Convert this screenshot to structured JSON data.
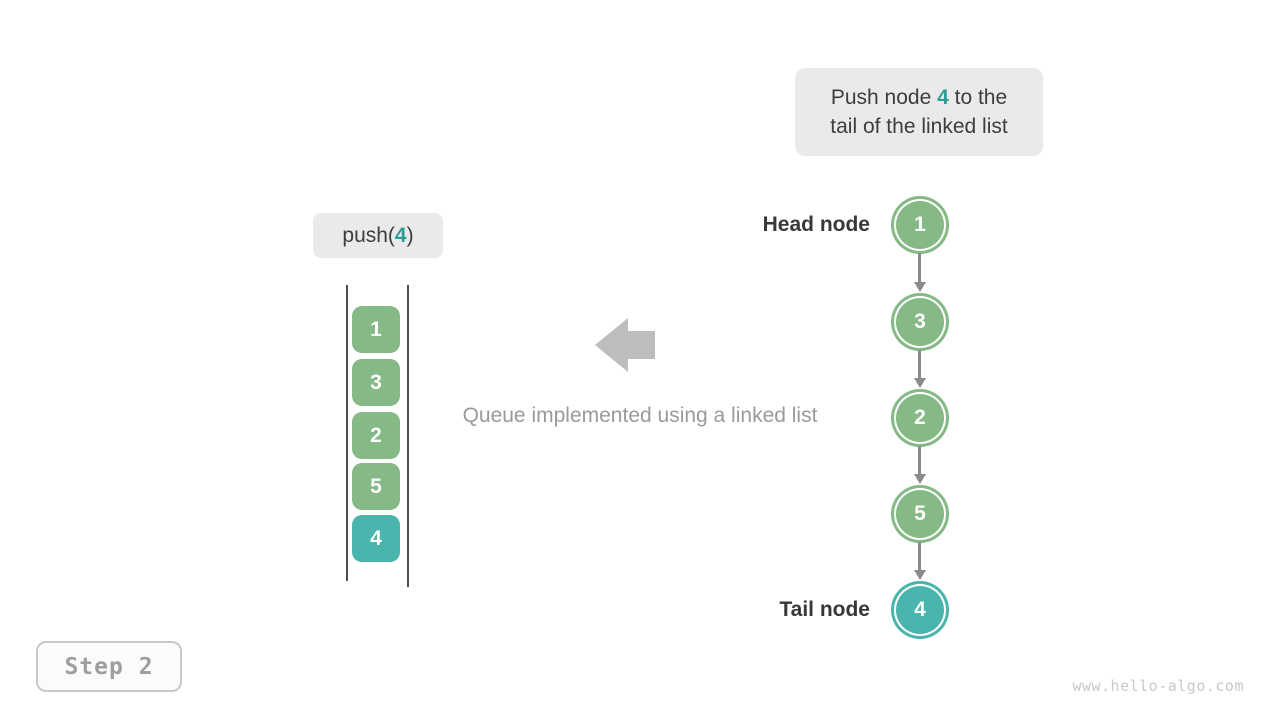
{
  "colors": {
    "green": "#85B985",
    "teal": "#4AB5AC",
    "accent_text": "#2E9C96",
    "bubble_bg": "#EAEAEA",
    "dark_text": "#3D3D3D",
    "muted_text": "#9A9A9A",
    "block_arrow": "#BDBDBD",
    "link_arrow": "#8A8A8A",
    "watermark": "#C9C9C9"
  },
  "callout": {
    "line1_pre": "Push node ",
    "value": "4",
    "line1_post": " to the",
    "line2": "tail of the linked list"
  },
  "push_label": {
    "pre": "push(",
    "value": "4",
    "post": ")"
  },
  "queue": {
    "items": [
      {
        "value": "1",
        "color": "green"
      },
      {
        "value": "3",
        "color": "green"
      },
      {
        "value": "2",
        "color": "green"
      },
      {
        "value": "5",
        "color": "green"
      },
      {
        "value": "4",
        "color": "teal"
      }
    ]
  },
  "caption": "Queue implemented using a linked list",
  "linked_list": {
    "head_label": "Head node",
    "tail_label": "Tail node",
    "nodes": [
      {
        "value": "1",
        "color": "green"
      },
      {
        "value": "3",
        "color": "green"
      },
      {
        "value": "2",
        "color": "green"
      },
      {
        "value": "5",
        "color": "green"
      },
      {
        "value": "4",
        "color": "teal"
      }
    ]
  },
  "step_badge": "Step 2",
  "watermark": "www.hello-algo.com"
}
